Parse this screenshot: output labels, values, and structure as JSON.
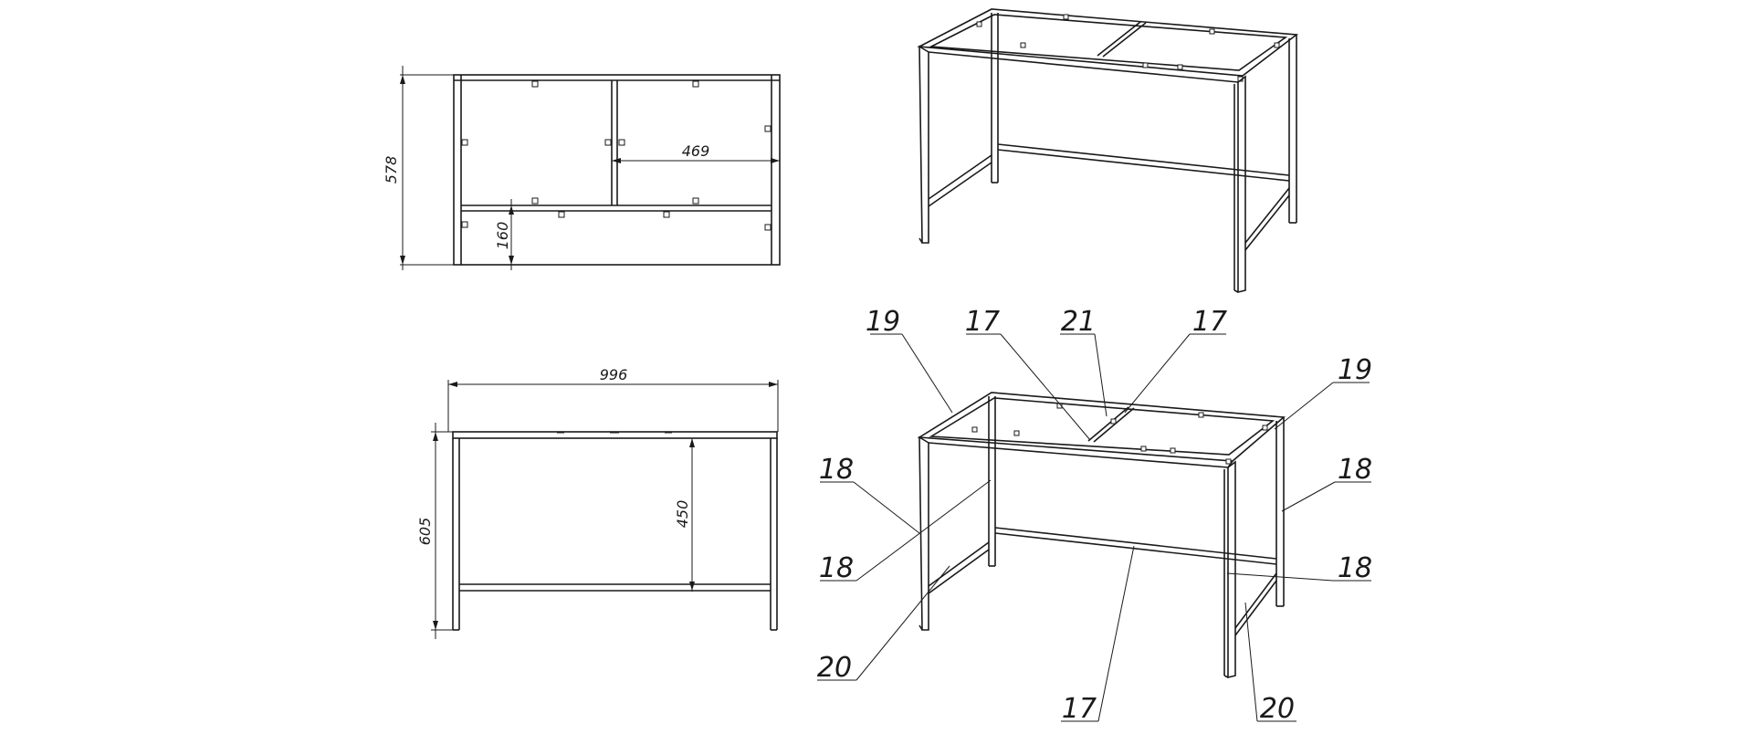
{
  "dimensions": {
    "depth_578": "578",
    "span_469": "469",
    "height_160": "160",
    "width_996": "996",
    "height_605": "605",
    "height_450": "450"
  },
  "callouts": {
    "c19_top": "19",
    "c17_left": "17",
    "c21": "21",
    "c17_right": "17",
    "c19_right": "19",
    "c18_right_upper": "18",
    "c18_left_upper": "18",
    "c18_left_lower": "18",
    "c18_right_lower": "18",
    "c20_left": "20",
    "c17_bottom": "17",
    "c20_right": "20"
  }
}
